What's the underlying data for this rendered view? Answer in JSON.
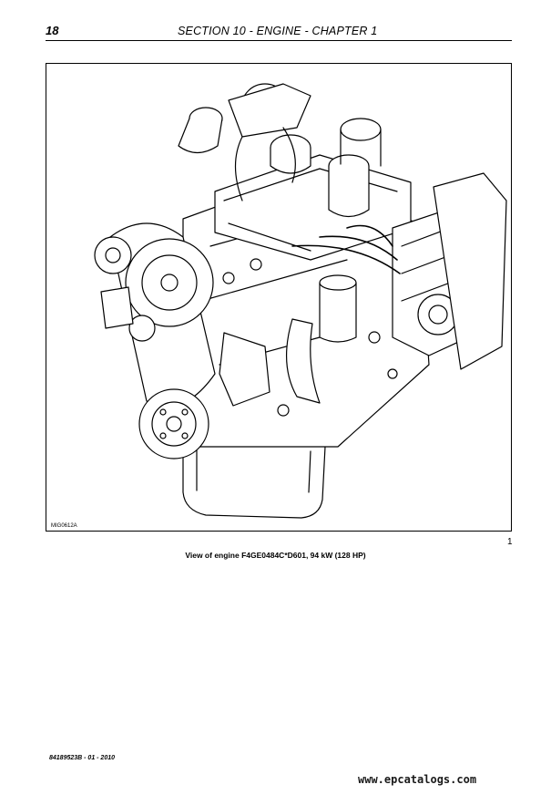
{
  "header": {
    "page_number": "18",
    "section_title": "SECTION 10 - ENGINE - CHAPTER 1"
  },
  "figure": {
    "drawing_code": "MIG0612A",
    "number": "1",
    "caption": "View of engine F4GE0484C*D601, 94 kW (128 HP)"
  },
  "footer": {
    "doc_id": "84189523B - 01 - 2010",
    "watermark": "www.epcatalogs.com"
  }
}
